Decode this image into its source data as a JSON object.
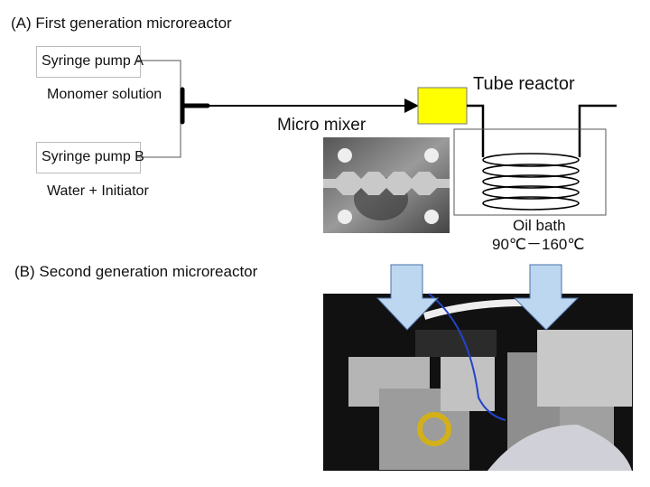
{
  "panel_a": {
    "title": "(A) First generation microreactor",
    "pump_a": "Syringe pump A",
    "pump_a_note": "Monomer solution",
    "pump_b": "Syringe pump B",
    "pump_b_note": "Water + Initiator",
    "mixer_label": "Micro mixer",
    "reactor_label": "Tube reactor",
    "bath_label": "Oil bath",
    "bath_temp": "90℃－160℃",
    "reactor_color": "#ffff00"
  },
  "panel_b": {
    "title": "(B) Second generation microreactor",
    "arrow_color": "#bcd7ef"
  }
}
